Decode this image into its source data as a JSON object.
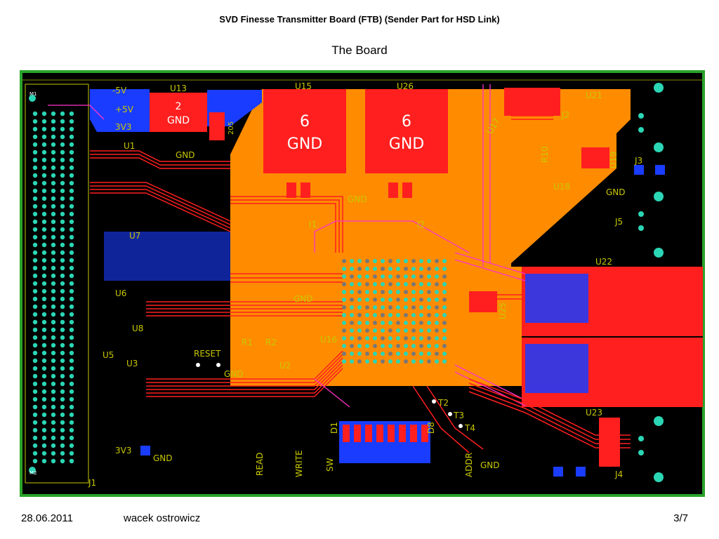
{
  "slide": {
    "title": "SVD Finesse Transmitter Board (FTB) (Sender Part for HSD Link)",
    "subtitle": "The Board"
  },
  "footer": {
    "date": "28.06.2011",
    "author": "wacek ostrowicz",
    "page": "3/7"
  },
  "board": {
    "colors": {
      "background": "#000000",
      "outline": "#2aa32a",
      "copper_orange": "#ff8c00",
      "copper_red": "#ff1f1f",
      "copper_blue": "#1a3cff",
      "trace_magenta": "#ff33cc",
      "silk_yellow": "#c8c800"
    },
    "labels": {
      "m1": "M1",
      "m2": "M2",
      "j1": "J1",
      "neg5v": "-5V",
      "pos5v": "+5V",
      "v3v3_top": "3V3",
      "v3v3_bottom": "3V3",
      "u13": "U13",
      "u13_net": "2",
      "u13_gnd": "GND",
      "u15": "U15",
      "u15_net": "6",
      "u15_gnd": "GND",
      "u26": "U26",
      "u26_net": "6",
      "u26_gnd": "GND",
      "u1": "U1",
      "u7": "U7",
      "u6": "U6",
      "u8": "U8",
      "u5": "U5",
      "u3": "U3",
      "u2": "U2",
      "u16": "U16",
      "u17": "U17",
      "u18": "U18",
      "u19": "U19",
      "u21": "U21",
      "u22": "U22",
      "u23": "U23",
      "u25": "U25",
      "j2": "J2",
      "j3": "J3",
      "j4": "J4",
      "j5": "J5",
      "r1": "R1",
      "r2": "R2",
      "r10": "R10",
      "reset": "RESET",
      "gnd_1": "GND",
      "gnd_2": "GND",
      "gnd_3": "GND",
      "gnd_4": "GND",
      "gnd_5": "GND",
      "gnd_6": "GND",
      "gnd_7": "GND",
      "t2": "T2",
      "t3": "T3",
      "t4": "T4",
      "d1": "D1",
      "d8": "D8",
      "read": "READ",
      "write": "WRITE",
      "sw": "SW",
      "addr": "ADDR",
      "u205": "205",
      "i1": "I1",
      "i2": "I2"
    }
  }
}
